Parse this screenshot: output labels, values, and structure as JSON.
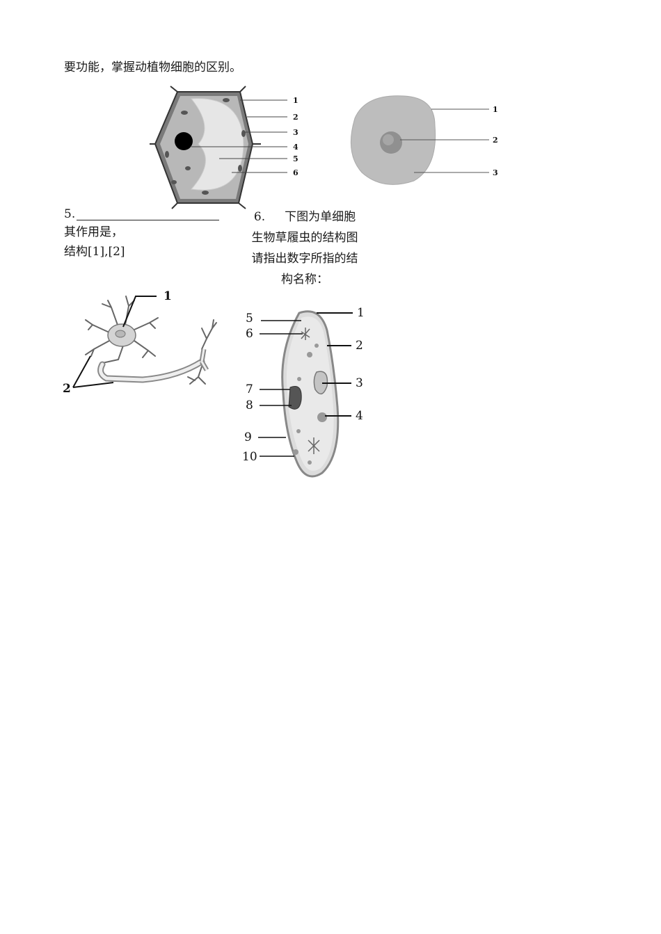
{
  "intro_line": "要功能，掌握动植物细胞的区别。",
  "plant_cell": {
    "labels": [
      "1",
      "2",
      "3",
      "4",
      "5",
      "6"
    ]
  },
  "animal_cell": {
    "labels": [
      "1",
      "2",
      "3"
    ]
  },
  "q5": {
    "number": "5.",
    "line2": "其作用是，",
    "line3": "结构[1],[2]"
  },
  "neuron": {
    "labels": [
      "1",
      "2"
    ]
  },
  "q6": {
    "number": "6.",
    "line1": "下图为单细胞",
    "line2": "生物草履虫的结构图",
    "line3": "请指出数字所指的结",
    "line4": "构名称："
  },
  "paramecium": {
    "labels": [
      "1",
      "2",
      "3",
      "4",
      "5",
      "6",
      "7",
      "8",
      "9",
      "10"
    ]
  }
}
